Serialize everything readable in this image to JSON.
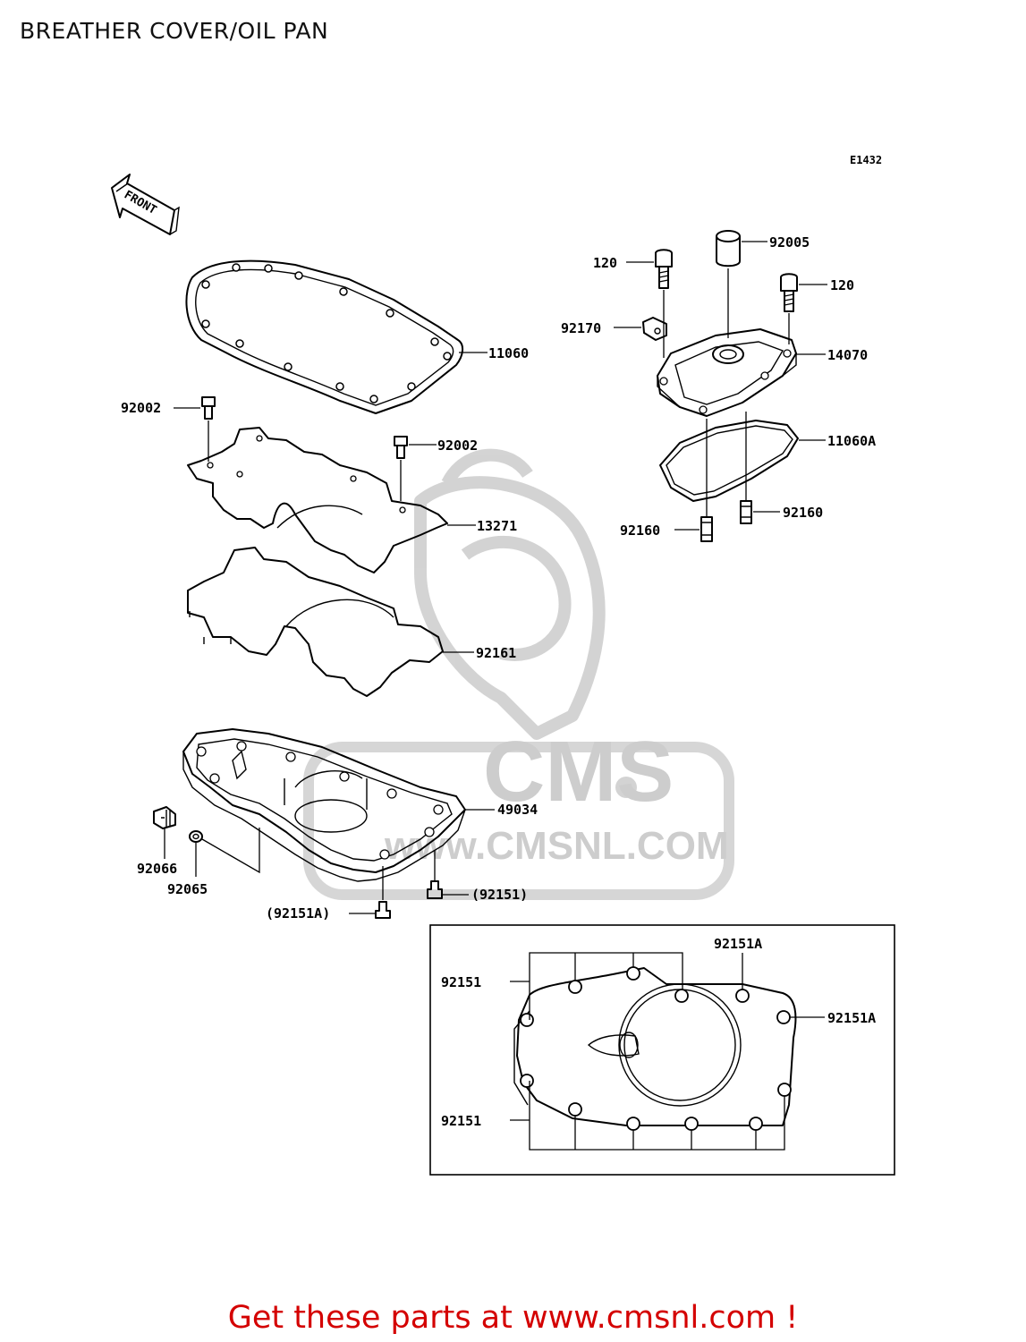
{
  "title": "BREATHER COVER/OIL PAN",
  "diagram_code": "E1432",
  "front_label": "FRONT",
  "watermark": {
    "brand": "CMS",
    "url": "www.CMSNL.COM",
    "color": "#c8c8c8"
  },
  "labels": {
    "l11060": "11060",
    "l92002a": "92002",
    "l92002b": "92002",
    "l13271": "13271",
    "l92161": "92161",
    "l49034": "49034",
    "l92066": "92066",
    "l92065": "92065",
    "l92151A_bolt": "(92151A)",
    "l92151_bolt": "(92151)",
    "l120a": "120",
    "l92005": "92005",
    "l120b": "120",
    "l92170": "92170",
    "l14070": "14070",
    "l11060A": "11060A",
    "l92160a": "92160",
    "l92160b": "92160",
    "inset_92151A_top": "92151A",
    "inset_92151A_right": "92151A",
    "inset_92151_top": "92151",
    "inset_92151_bottom": "92151"
  },
  "footer": "Get these parts at www.cmsnl.com !",
  "colors": {
    "footer": "#d40000",
    "line": "#000000"
  }
}
